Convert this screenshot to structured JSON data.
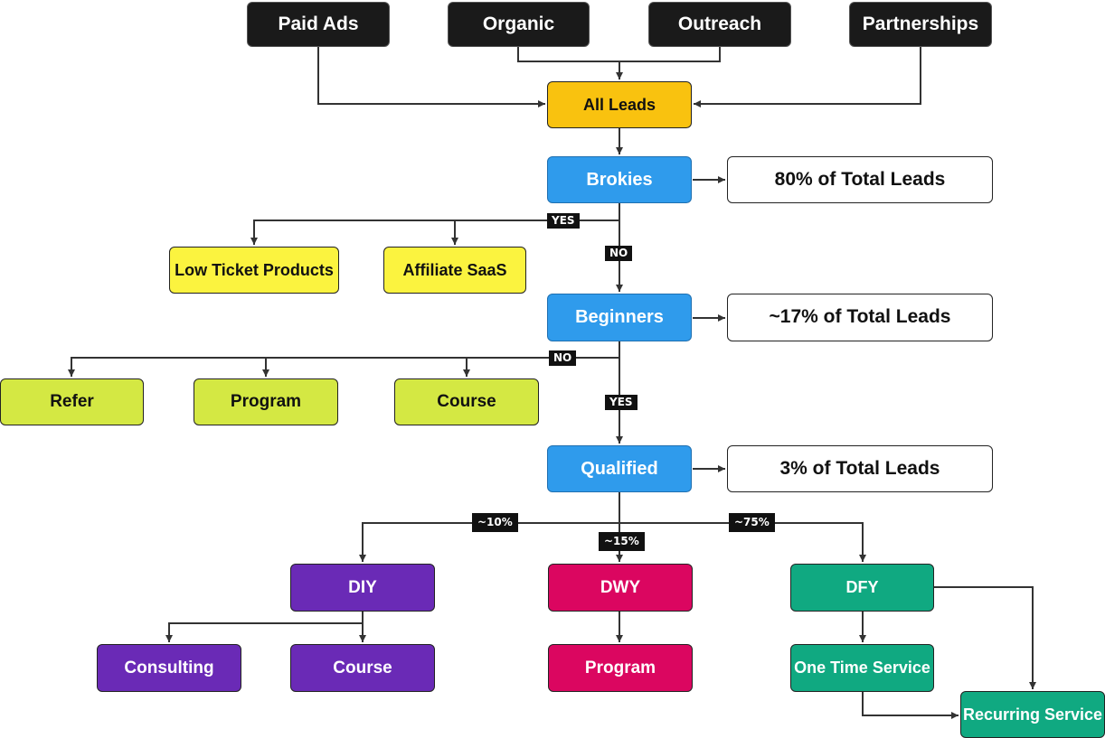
{
  "sources": {
    "paid_ads": "Paid Ads",
    "organic": "Organic",
    "outreach": "Outreach",
    "partnerships": "Partnerships"
  },
  "all_leads": "All Leads",
  "brokies": {
    "label": "Brokies",
    "stat": "80% of Total Leads",
    "yes_tag": "YES",
    "no_tag": "NO",
    "options": [
      "Low Ticket Products",
      "Affiliate SaaS"
    ]
  },
  "beginners": {
    "label": "Beginners",
    "stat": "~17% of Total Leads",
    "no_tag": "NO",
    "yes_tag": "YES",
    "options": [
      "Refer",
      "Program",
      "Course"
    ]
  },
  "qualified": {
    "label": "Qualified",
    "stat": "3% of Total Leads",
    "split_tags": {
      "diy": "~10%",
      "dwy": "~15%",
      "dfy": "~75%"
    }
  },
  "diy": {
    "label": "DIY",
    "children": [
      "Consulting",
      "Course"
    ]
  },
  "dwy": {
    "label": "DWY",
    "children": [
      "Program"
    ]
  },
  "dfy": {
    "label": "DFY",
    "children": [
      "One Time Service",
      "Recurring Service"
    ]
  },
  "colors": {
    "source_bg": "#1a1a1a",
    "all_leads": "#f9c20f",
    "segment": "#2f9bec",
    "brokie_option": "#fbf33f",
    "beginner_option": "#d4e843",
    "diy": "#6a2ab6",
    "dwy": "#db0660",
    "dfy": "#10a981"
  }
}
